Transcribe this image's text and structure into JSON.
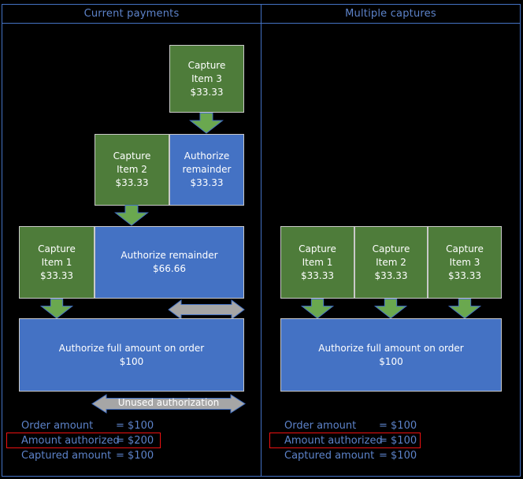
{
  "left": {
    "header": "Current payments",
    "capture3": "Capture\nItem 3\n$33.33",
    "capture2": "Capture\nItem 2\n$33.33",
    "auth_rem_33": "Authorize\nremainder\n$33.33",
    "capture1": "Capture\nItem 1\n$33.33",
    "auth_rem_66": "Authorize remainder\n$66.66",
    "auth_full": "Authorize full amount on order\n$100",
    "unused_label": "Unused authorization",
    "summary": [
      {
        "label": "Order amount",
        "value": "= $100"
      },
      {
        "label": "Amount authorized",
        "value": "= $200"
      },
      {
        "label": "Captured amount",
        "value": "= $100"
      }
    ]
  },
  "right": {
    "header": "Multiple captures",
    "capture1": "Capture\nItem 1\n$33.33",
    "capture2": "Capture\nItem 2\n$33.33",
    "capture3": "Capture\nItem 3\n$33.33",
    "auth_full": "Authorize full amount on order\n$100",
    "summary": [
      {
        "label": "Order amount",
        "value": "= $100"
      },
      {
        "label": "Amount authorized",
        "value": "= $100"
      },
      {
        "label": "Captured amount",
        "value": "= $100"
      }
    ]
  },
  "colors": {
    "line_blue": "#4472c4",
    "text_blue": "#5d83ca",
    "green_box": "#4e7c3a",
    "blue_box": "#4472c4",
    "box_border": "#c9c9c9",
    "arrow_green": "#6aa84f",
    "arrow_gray": "#a6a6a6",
    "outline_blue": "#4472c4",
    "highlight_red": "#ee1111"
  }
}
